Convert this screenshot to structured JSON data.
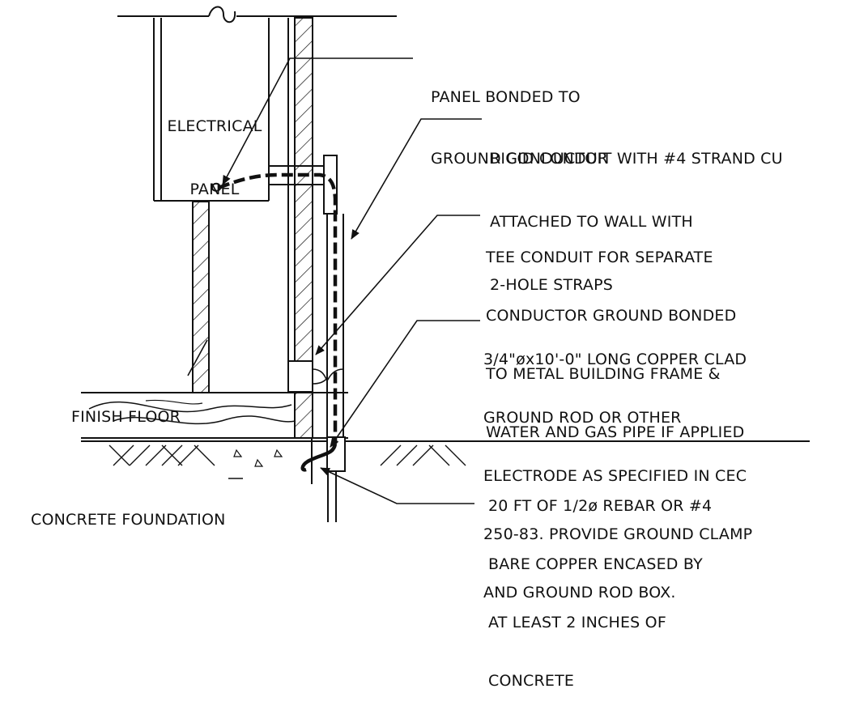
{
  "labels": {
    "electrical_panel": [
      "ELECTRICAL",
      "PANEL"
    ],
    "panel_bonded": [
      "PANEL BONDED TO",
      "GROUND CONDUCTOR"
    ],
    "rigid_conduit": [
      "RIGID CONDUIT WITH #4 STRAND CU",
      "ATTACHED TO WALL WITH",
      "2-HOLE STRAPS"
    ],
    "tee_conduit": [
      "TEE CONDUIT FOR SEPARATE",
      "CONDUCTOR GROUND BONDED",
      "TO METAL BUILDING FRAME &",
      "WATER AND GAS PIPE IF APPLIED"
    ],
    "ground_rod": [
      "3/4\"øx10'-0\" LONG COPPER CLAD",
      "GROUND ROD OR OTHER",
      "ELECTRODE AS SPECIFIED IN CEC",
      "250-83. PROVIDE GROUND CLAMP",
      "AND GROUND ROD BOX."
    ],
    "finish_floor": "FINISH FLOOR",
    "concrete_foundation": "CONCRETE FOUNDATION",
    "rebar": [
      "20 FT OF 1/2ø REBAR OR #4",
      "BARE COPPER ENCASED BY",
      "AT LEAST 2 INCHES OF",
      "CONCRETE"
    ]
  },
  "colors": {
    "ink": "#111111",
    "background": "#ffffff"
  }
}
